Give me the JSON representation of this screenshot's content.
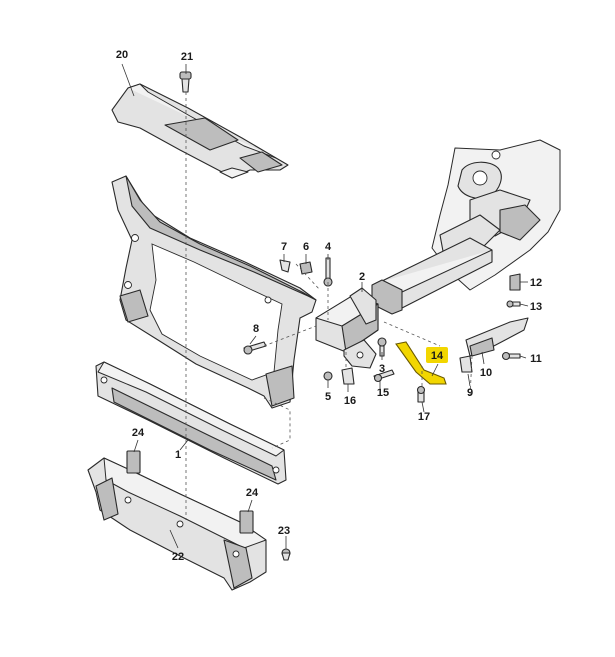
{
  "colors": {
    "highlight": "#f2d600",
    "part_fill": "#e3e3e3",
    "line": "#2a2a2a"
  },
  "callouts": [
    {
      "id": "c1",
      "label": "1"
    },
    {
      "id": "c2",
      "label": "2"
    },
    {
      "id": "c3",
      "label": "3"
    },
    {
      "id": "c4",
      "label": "4"
    },
    {
      "id": "c5",
      "label": "5"
    },
    {
      "id": "c6",
      "label": "6"
    },
    {
      "id": "c7",
      "label": "7"
    },
    {
      "id": "c8",
      "label": "8"
    },
    {
      "id": "c9",
      "label": "9"
    },
    {
      "id": "c10",
      "label": "10"
    },
    {
      "id": "c11",
      "label": "11"
    },
    {
      "id": "c12",
      "label": "12"
    },
    {
      "id": "c13",
      "label": "13"
    },
    {
      "id": "c14",
      "label": "14",
      "highlighted": true
    },
    {
      "id": "c15",
      "label": "15"
    },
    {
      "id": "c16",
      "label": "16"
    },
    {
      "id": "c17",
      "label": "17"
    },
    {
      "id": "c20",
      "label": "20"
    },
    {
      "id": "c21",
      "label": "21"
    },
    {
      "id": "c22",
      "label": "22"
    },
    {
      "id": "c23",
      "label": "23"
    },
    {
      "id": "c24a",
      "label": "24"
    },
    {
      "id": "c24b",
      "label": "24"
    }
  ]
}
